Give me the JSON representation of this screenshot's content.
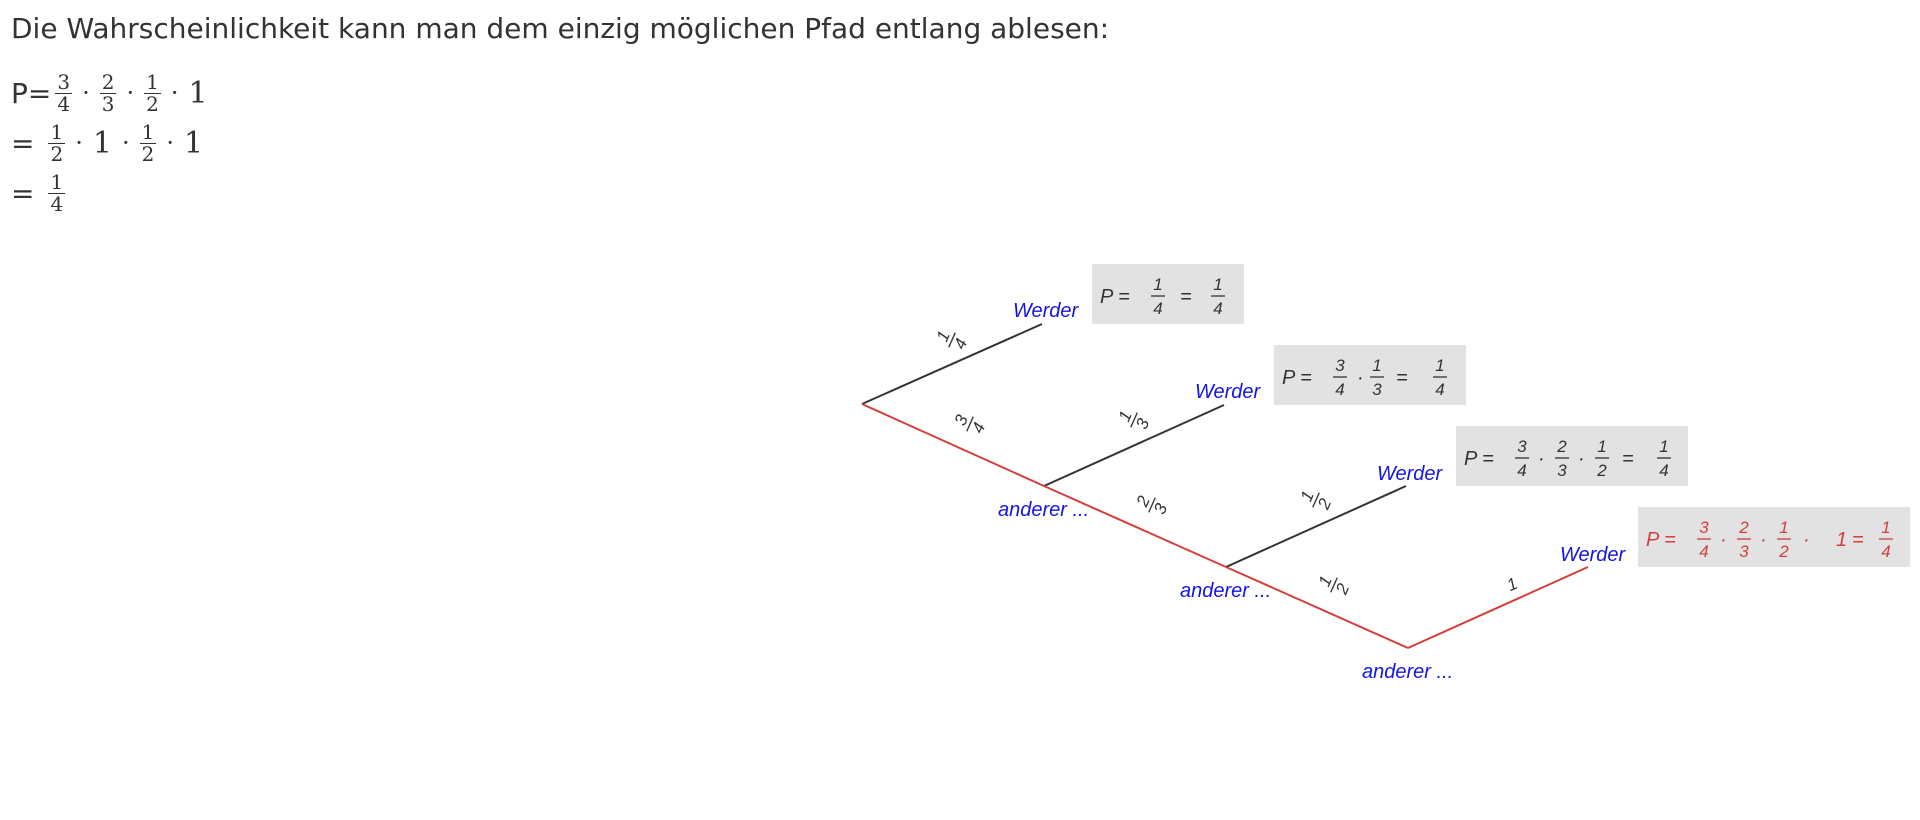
{
  "intro_text": "Die Wahrscheinlichkeit kann man dem einzig möglichen Pfad entlang ablesen:",
  "calculation": {
    "line1": {
      "prefix": "P=",
      "factors": [
        {
          "num": "3",
          "den": "4"
        },
        {
          "num": "2",
          "den": "3"
        },
        {
          "num": "1",
          "den": "2"
        }
      ],
      "tail": "1"
    },
    "line2": {
      "prefix": "=",
      "parts": [
        "1/2",
        "1",
        "1/2",
        "1"
      ]
    },
    "line3": {
      "prefix": "=",
      "result": {
        "num": "1",
        "den": "4"
      }
    }
  },
  "tree": {
    "leaf_label": "Werder",
    "other_label": "anderer ...",
    "edges": [
      {
        "from": "start",
        "to": "werder_1",
        "prob": {
          "num": "1",
          "den": "4"
        },
        "on_path": false
      },
      {
        "from": "start",
        "to": "anderer_1",
        "prob": {
          "num": "3",
          "den": "4"
        },
        "on_path": true
      },
      {
        "from": "anderer_1",
        "to": "werder_2",
        "prob": {
          "num": "1",
          "den": "3"
        },
        "on_path": false
      },
      {
        "from": "anderer_1",
        "to": "anderer_2",
        "prob": {
          "num": "2",
          "den": "3"
        },
        "on_path": true
      },
      {
        "from": "anderer_2",
        "to": "werder_3",
        "prob": {
          "num": "1",
          "den": "2"
        },
        "on_path": false
      },
      {
        "from": "anderer_2",
        "to": "anderer_3",
        "prob": {
          "num": "1",
          "den": "2"
        },
        "on_path": true
      },
      {
        "from": "anderer_3",
        "to": "werder_4",
        "prob": "1",
        "on_path": true
      }
    ],
    "results": [
      {
        "prefix": "P =",
        "factors": [],
        "result": {
          "num": "1",
          "den": "4"
        },
        "highlight": false
      },
      {
        "prefix": "P =",
        "factors": [
          {
            "num": "3",
            "den": "4"
          },
          {
            "num": "1",
            "den": "3"
          }
        ],
        "result": {
          "num": "1",
          "den": "4"
        },
        "highlight": false
      },
      {
        "prefix": "P =",
        "factors": [
          {
            "num": "3",
            "den": "4"
          },
          {
            "num": "2",
            "den": "3"
          },
          {
            "num": "1",
            "den": "2"
          }
        ],
        "result": {
          "num": "1",
          "den": "4"
        },
        "highlight": false
      },
      {
        "prefix": "P =",
        "factors": [
          {
            "num": "3",
            "den": "4"
          },
          {
            "num": "2",
            "den": "3"
          },
          {
            "num": "1",
            "den": "2"
          }
        ],
        "tail": "1",
        "result": {
          "num": "1",
          "den": "4"
        },
        "highlight": true
      }
    ]
  },
  "colors": {
    "text": "#333333",
    "node_label": "#1515e0",
    "path": "#d43f3a",
    "result_box": "#e2e2e2"
  }
}
